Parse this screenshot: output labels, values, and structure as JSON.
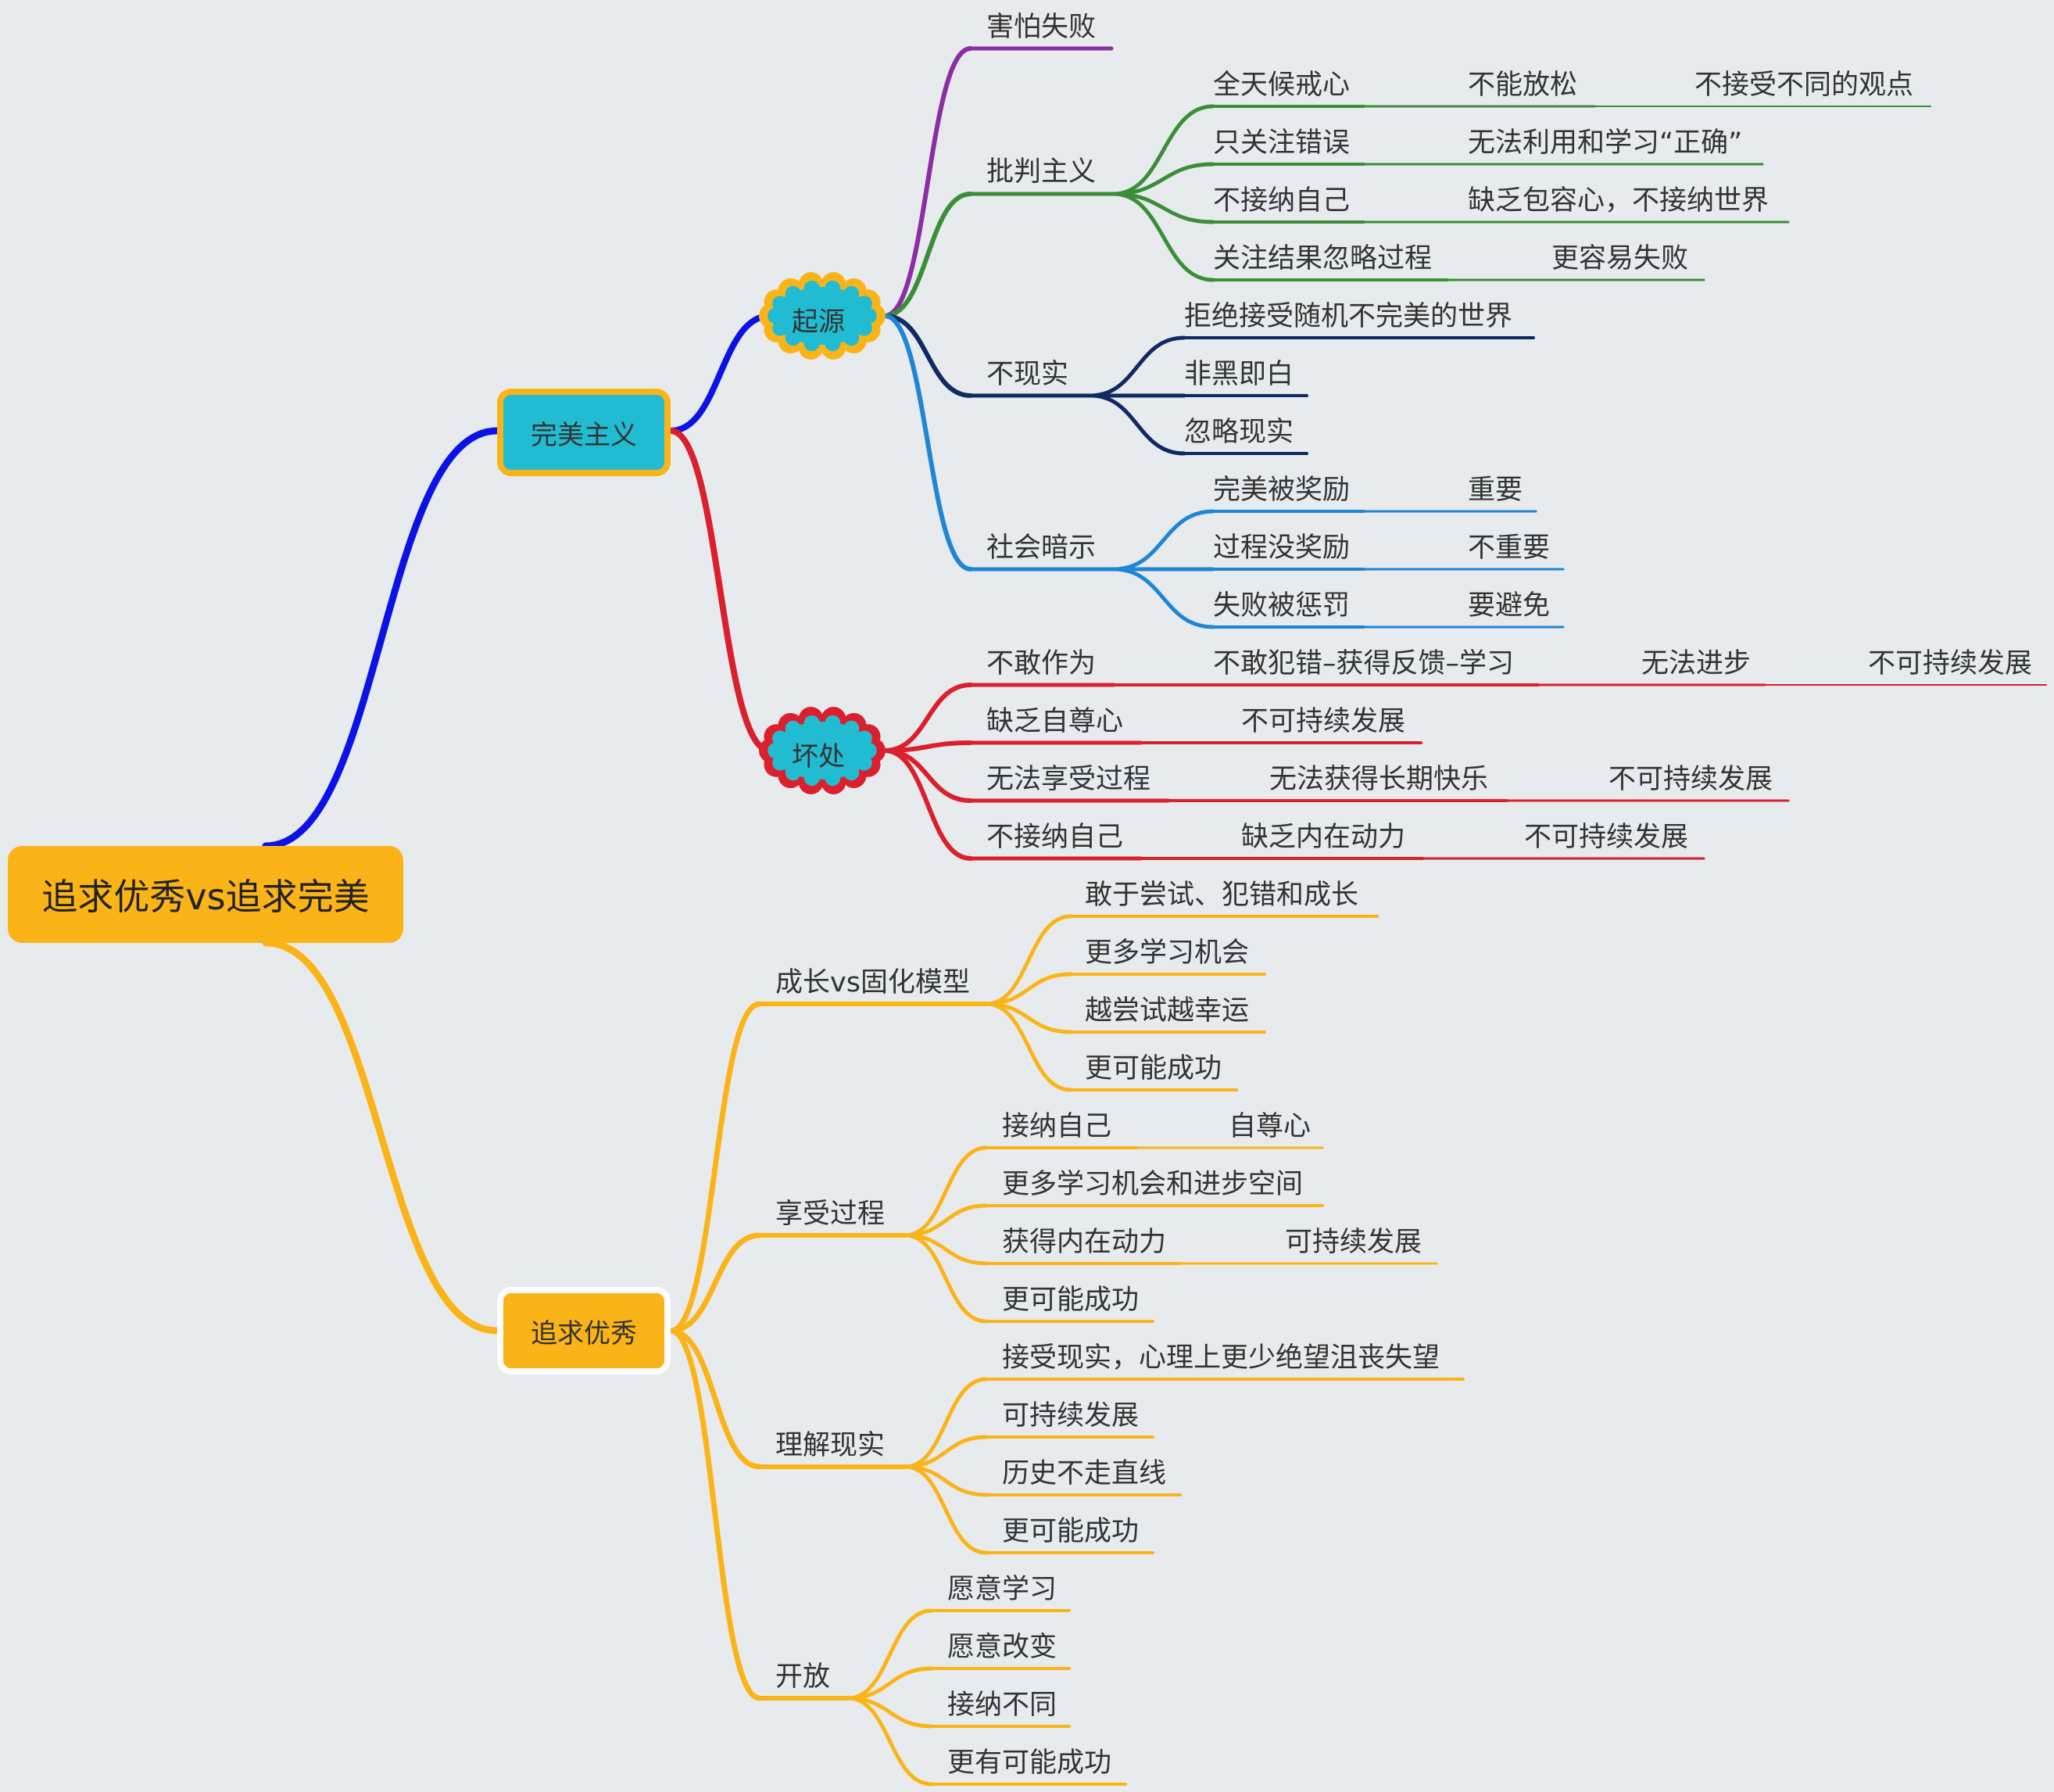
{
  "root": "追求优秀vs追求完美",
  "perfectionism": {
    "label": "完美主义",
    "origin": {
      "label": "起源",
      "fear": "害怕失败",
      "critical": {
        "label": "批判主义",
        "items": [
          [
            "全天候戒心",
            "不能放松",
            "不接受不同的观点"
          ],
          [
            "只关注错误",
            "无法利用和学习“正确”"
          ],
          [
            "不接纳自己",
            "缺乏包容心，不接纳世界"
          ],
          [
            "关注结果忽略过程",
            "更容易失败"
          ]
        ]
      },
      "unrealistic": {
        "label": "不现实",
        "items": [
          "拒绝接受随机不完美的世界",
          "非黑即白",
          "忽略现实"
        ]
      },
      "social": {
        "label": "社会暗示",
        "items": [
          [
            "完美被奖励",
            "重要"
          ],
          [
            "过程没奖励",
            "不重要"
          ],
          [
            "失败被惩罚",
            "要避免"
          ]
        ]
      }
    },
    "harm": {
      "label": "坏处",
      "items": [
        [
          "不敢作为",
          "不敢犯错–获得反馈–学习",
          "无法进步",
          "不可持续发展"
        ],
        [
          "缺乏自尊心",
          "不可持续发展"
        ],
        [
          "无法享受过程",
          "无法获得长期快乐",
          "不可持续发展"
        ],
        [
          "不接纳自己",
          "缺乏内在动力",
          "不可持续发展"
        ]
      ]
    }
  },
  "excellence": {
    "label": "追求优秀",
    "growth": {
      "label": "成长vs固化模型",
      "items": [
        "敢于尝试、犯错和成长",
        "更多学习机会",
        "越尝试越幸运",
        "更可能成功"
      ]
    },
    "enjoy": {
      "label": "享受过程",
      "items": [
        [
          "接纳自己",
          "自尊心"
        ],
        [
          "更多学习机会和进步空间"
        ],
        [
          "获得内在动力",
          "可持续发展"
        ],
        [
          "更可能成功"
        ]
      ]
    },
    "reality": {
      "label": "理解现实",
      "items": [
        "接受现实，心理上更少绝望沮丧失望",
        "可持续发展",
        "历史不走直线",
        "更可能成功"
      ]
    },
    "open": {
      "label": "开放",
      "items": [
        "愿意学习",
        "愿意改变",
        "接纳不同",
        "更有可能成功"
      ]
    }
  },
  "colors": {
    "blue": "#0a12e6",
    "red": "#d9202c",
    "orange": "#fbb418",
    "purple": "#8a2ea3",
    "green": "#3b8e38",
    "navy": "#0f2a63",
    "skyblue": "#1f86d4",
    "teal": "#21bcd1"
  }
}
